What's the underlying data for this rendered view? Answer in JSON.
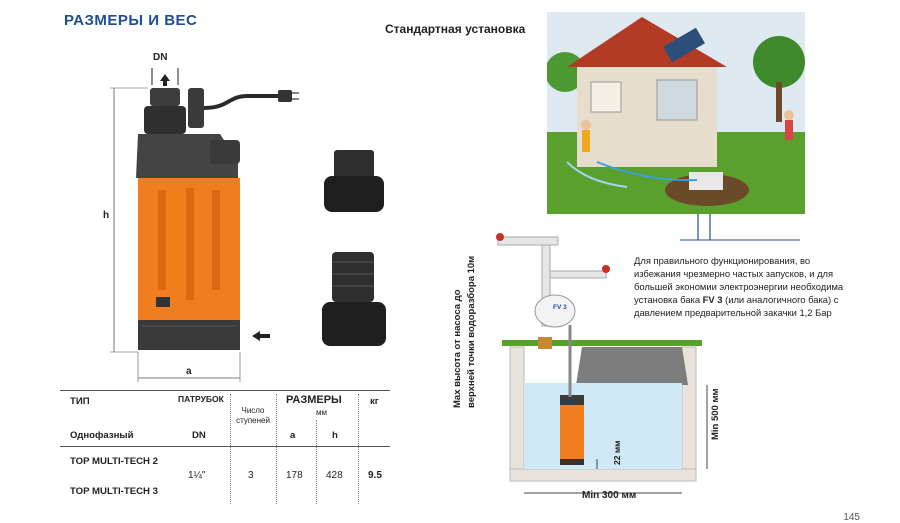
{
  "section_title": "РАЗМЕРЫ И ВЕС",
  "install_title": "Стандартная установка",
  "dims": {
    "dn": "DN",
    "h": "h",
    "a": "a"
  },
  "table": {
    "col_type": "ТИП",
    "col_port": "ПАТРУБОК",
    "col_stages": "Число ступеней",
    "col_dims": "РАЗМЕРЫ",
    "col_dims_unit": "мм",
    "col_weight": "кг",
    "sub_phase": "Однофазный",
    "sub_dn": "DN",
    "sub_a": "a",
    "sub_h": "h",
    "rows": [
      {
        "model": "TOP MULTI-TECH 2"
      },
      {
        "model": "TOP MULTI-TECH 3"
      }
    ],
    "shared": {
      "dn": "1¼\"",
      "stages": "3",
      "a": "178",
      "h": "428",
      "kg": "9.5"
    }
  },
  "note": {
    "text1": "Для правильного функционирования, во избежания чрезмерно частых запусков, и для большей экономии электроэнергии необходима установка бака ",
    "bold": "FV 3",
    "text2": " (или аналогичного бака) с давлением предварительной закачки 1,2 Бар"
  },
  "vertical_label_1": "Max  высота от насоса до",
  "vertical_label_2": "верхней точки водоразбора 10м",
  "min500": "Min 500 мм",
  "min300": "Min 300 мм",
  "mm22": "22 мм",
  "tank_label": "FV 3",
  "page_number": "145",
  "colors": {
    "title": "#1f4e96",
    "pump_orange": "#f07e1e",
    "pump_dark": "#3a3a3a",
    "grass": "#5aa02c",
    "water": "#cfe9f7"
  }
}
